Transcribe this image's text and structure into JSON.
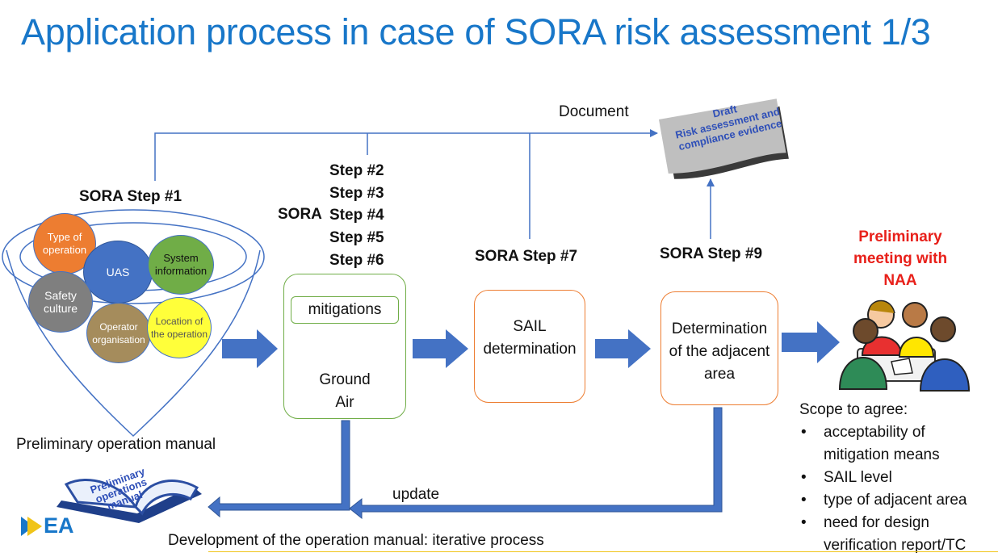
{
  "title": "Application process in case of SORA risk assessment 1/3",
  "document_label": "Document",
  "draft_doc": [
    "Draft",
    "Risk assessment and",
    "compliance evidence"
  ],
  "step1_label": "SORA Step #1",
  "steps_2_6": {
    "prefix": "SORA",
    "items": [
      "Step #2",
      "Step #3",
      "Step #4",
      "Step #5",
      "Step #6"
    ]
  },
  "step7_label": "SORA Step #7",
  "step9_label": "SORA Step #9",
  "funnel_items": {
    "type_of_operation": "Type of operation",
    "uas": "UAS",
    "system_information": "System information",
    "safety_culture": "Safety culture",
    "operator_organisation": "Operator organisation",
    "location": "Location of the operation"
  },
  "colors": {
    "title": "#1877c9",
    "arrow": "#4472c4",
    "green": "#70ad47",
    "orange": "#ed7d31",
    "red": "#e8201a"
  },
  "preliminary_manual_label": "Preliminary operation manual",
  "mitigations_box": {
    "inner": "mitigations",
    "line1": "Ground",
    "line2": "Air"
  },
  "sail_box": {
    "line1": "SAIL",
    "line2": "determination"
  },
  "adjacent_box": {
    "line1": "Determination",
    "line2": "of the adjacent",
    "line3": "area"
  },
  "naa_label": [
    "Preliminary",
    "meeting with",
    "NAA"
  ],
  "scope": {
    "heading": "Scope to agree:",
    "items": [
      "acceptability of",
      "mitigation means",
      "SAIL level",
      "type of adjacent area",
      "need for design",
      "verification report/TC"
    ]
  },
  "update_label": "update",
  "book_text": [
    "Preliminary",
    "operations",
    "manual"
  ],
  "footer": "Development of the operation manual: iterative process",
  "logo_text": "EA"
}
